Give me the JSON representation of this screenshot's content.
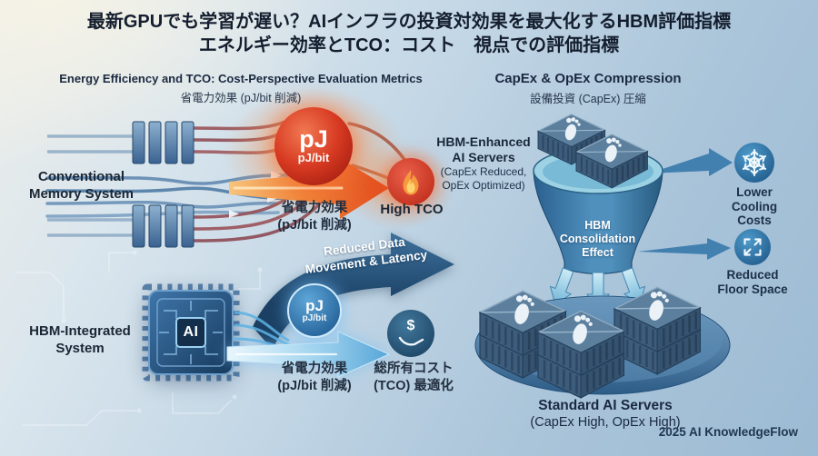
{
  "title": {
    "line1": "最新GPUでも学習が遅い？AIインフラの投資対効果を最大化するHBM評価指標",
    "line2": "エネルギー効率とTCO：コスト　視点での評価指標"
  },
  "sections": {
    "left": {
      "heading": "Energy Efficiency and TCO: Cost-Perspective Evaluation Metrics",
      "subheading": "省電力効果 (pJ/bit 削減)"
    },
    "right": {
      "heading": "CapEx & OpEx Compression",
      "subheading": "設備投資 (CapEx) 圧縮"
    }
  },
  "conventional": {
    "line1": "Conventional",
    "line2": "Memory System"
  },
  "hbm_system": {
    "line1": "HBM-Integrated",
    "line2": "System",
    "chip_text": "AI"
  },
  "energy_red": {
    "big": "pJ",
    "unit": "pJ/bit",
    "cap1": "省電力効果",
    "cap2": "(pJ/bit 削減)"
  },
  "energy_blue": {
    "big": "pJ",
    "unit": "pJ/bit",
    "cap1": "省電力効果",
    "cap2": "(pJ/bit 削減)"
  },
  "high_tco": {
    "label": "High TCO"
  },
  "tco_opt": {
    "line1": "総所有コスト",
    "line2": "(TCO) 最適化",
    "dollar": "$"
  },
  "reduced_arrow": {
    "line1": "Reduced Data",
    "line2": "Movement & Latency"
  },
  "hbm_servers": {
    "line1": "HBM-Enhanced",
    "line2": "AI Servers",
    "line3": "(CapEx Reduced,",
    "line4": "OpEx Optimized)"
  },
  "funnel": {
    "line1": "HBM",
    "line2": "Consolidation",
    "line3": "Effect"
  },
  "standard_servers": {
    "line1": "Standard AI Servers",
    "line2": "(CapEx High, OpEx High)"
  },
  "benefits": {
    "cooling": {
      "line1": "Lower",
      "line2": "Cooling",
      "line3": "Costs"
    },
    "floor": {
      "line1": "Reduced",
      "line2": "Floor Space"
    }
  },
  "footer": {
    "credit": "2025 AI KnowledgeFlow"
  },
  "icons": {
    "high_tco": "flame",
    "tco_optimized": "dollar-hand",
    "cooling": "snowflake",
    "floor_space": "expand-arrows",
    "server_top": "footprint"
  },
  "colors": {
    "accent_red": "#d73a22",
    "accent_orange": "#f0853a",
    "accent_blue": "#2f6b98",
    "dark_navy_arrow": "#1d456c",
    "bg_top_left": "#f2efe4",
    "bg_bottom_right": "#9cbbd4"
  }
}
